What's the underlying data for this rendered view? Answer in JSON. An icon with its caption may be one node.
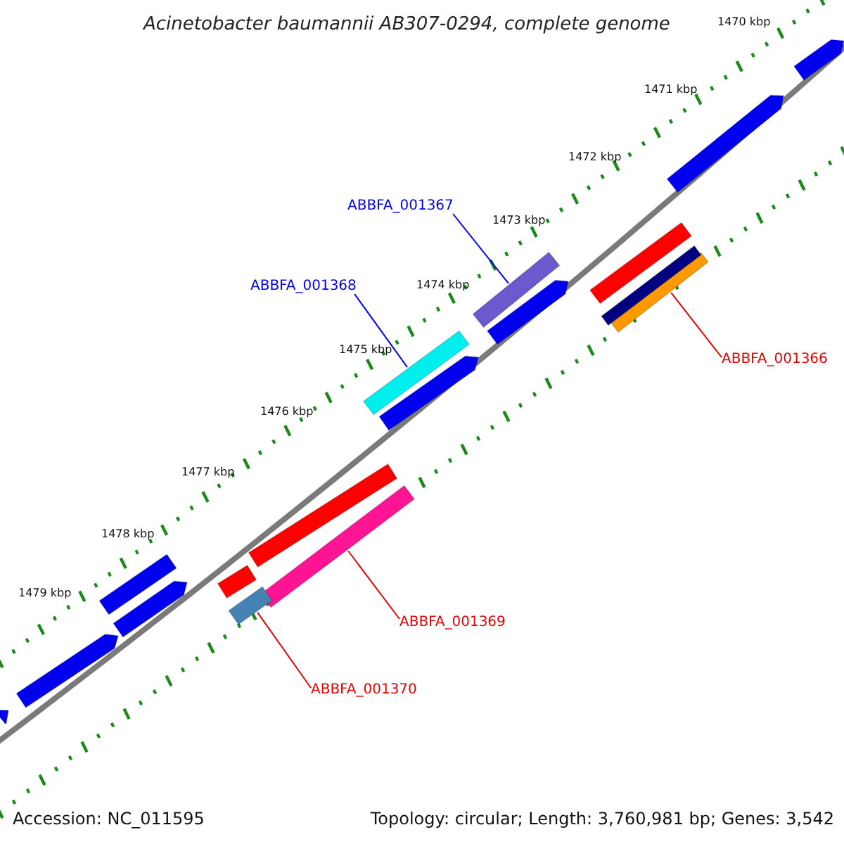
{
  "diagram": {
    "title": "Acinetobacter baumannii AB307-0294, complete genome",
    "nodes": [
      {
        "text": [
          "ABBFA_001367"
        ]
      },
      {
        "text": [
          "ABBFA_001368"
        ]
      },
      {
        "text": [
          "ABBFA_001366"
        ]
      },
      {
        "text": [
          "ABBFA_001369"
        ]
      },
      {
        "text": [
          "ABBFA_001370"
        ]
      },
      {
        "text": [],
        "shape": "bar"
      },
      {
        "text": [],
        "shape": "bar"
      },
      {
        "text": [],
        "shape": "bar"
      },
      {
        "text": [],
        "shape": "bar"
      },
      {
        "text": [],
        "shape": "bar"
      },
      {
        "text": [],
        "shape": "bar"
      },
      {
        "text": [],
        "shape": "bar"
      },
      {
        "text": [],
        "shape": "bar"
      },
      {
        "text": [],
        "shape": "bar"
      },
      {
        "text": [],
        "shape": "bar"
      },
      {
        "text": [],
        "shape": "bar"
      },
      {
        "text": [],
        "shape": "bar"
      },
      {
        "text": [],
        "shape": "bar"
      },
      {
        "text": [],
        "shape": "bar"
      },
      {
        "text": [],
        "shape": "bar"
      },
      {
        "text": [],
        "shape": "bar"
      },
      {
        "text": [],
        "shape": "bar"
      }
    ],
    "edges": [
      {
        "from": 0,
        "to": 5,
        "arrow": "none",
        "color": "#0000ee"
      },
      {
        "from": 1,
        "to": 6,
        "arrow": "none",
        "color": "#0000ee"
      },
      {
        "from": 2,
        "to": 7,
        "arrow": "none"
      },
      {
        "from": 3,
        "to": 8,
        "arrow": "none"
      },
      {
        "from": 4,
        "to": 9,
        "arrow": "none"
      }
    ],
    "labels": [
      "1470 kbp",
      "1471 kbp",
      "1472 kbp",
      "1473 kbp",
      "1474 kbp",
      "1475 kbp",
      "1476 kbp",
      "1477 kbp",
      "1478 kbp",
      "1479 kbp",
      "Accession: NC_011595",
      "Topology: circular; Length: 3,760,981 bp; Genes: 3,542"
    ]
  }
}
